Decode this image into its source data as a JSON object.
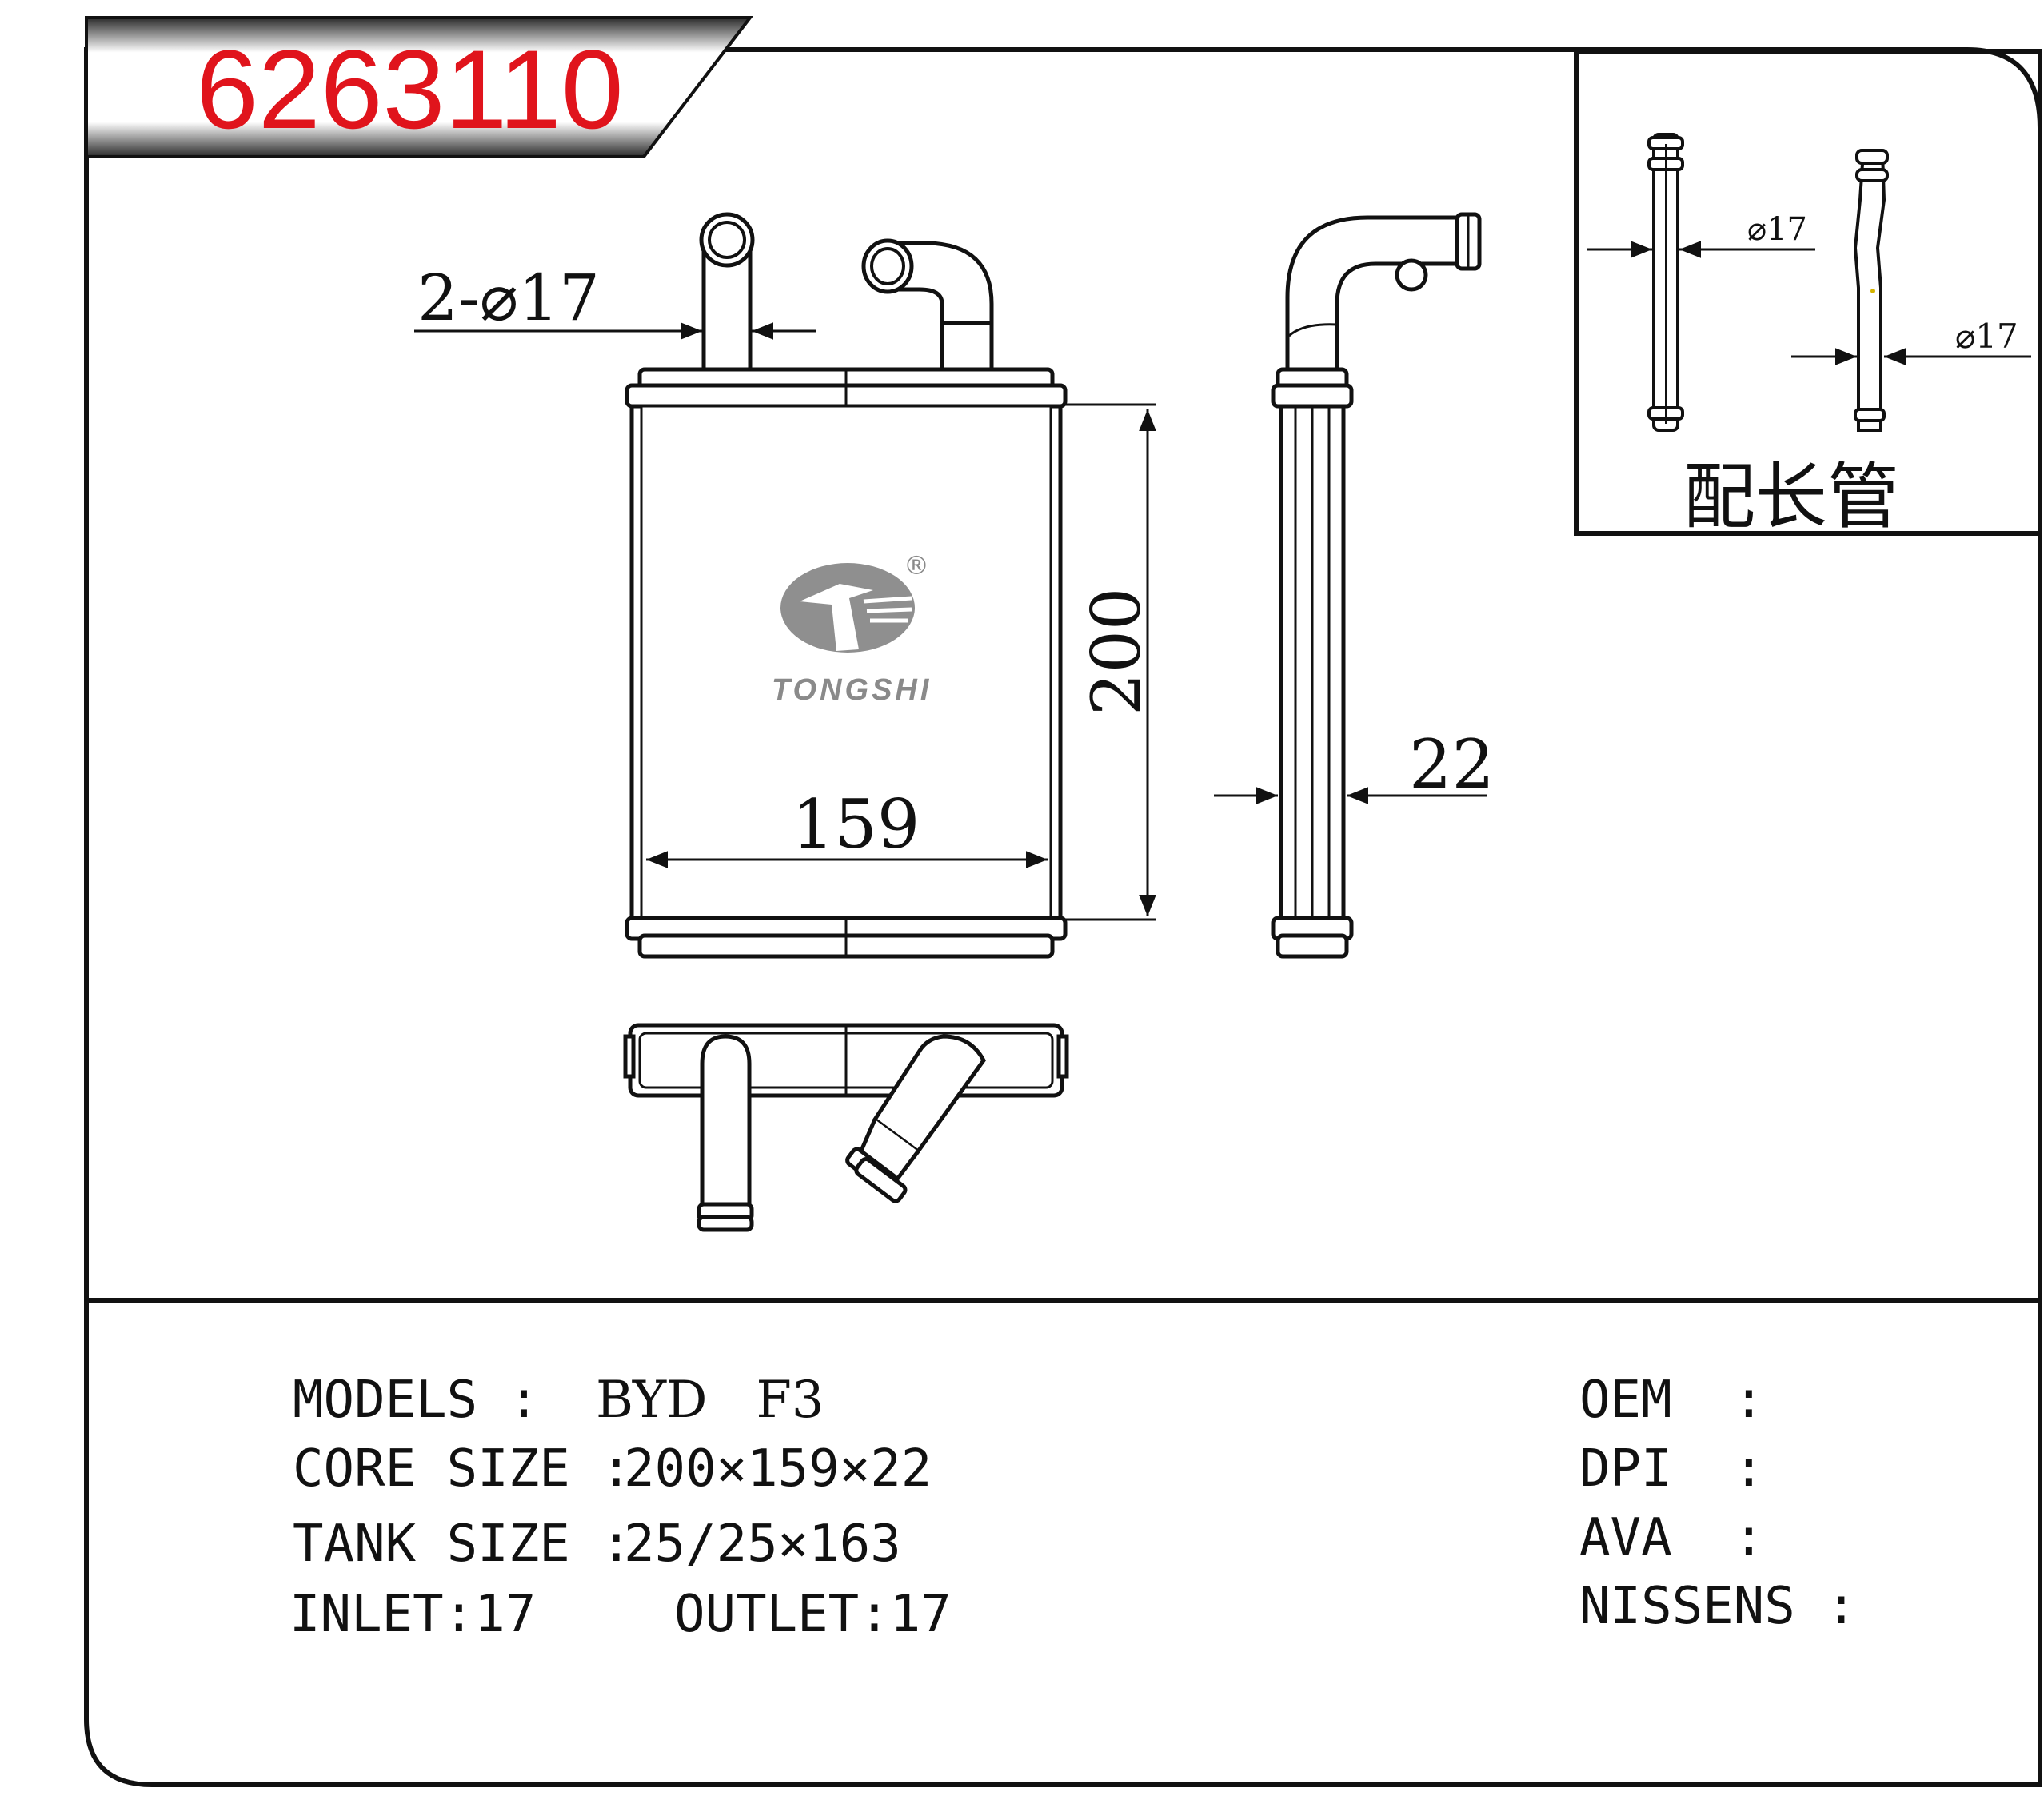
{
  "part_number": "6263110",
  "brand": {
    "name": "TONGSHI",
    "registered": "®"
  },
  "dimensions": {
    "pipe_diameter": "2-⌀17",
    "width": "159",
    "height": "200",
    "thickness": "22",
    "long_pipe_diameter_1": "⌀17",
    "long_pipe_diameter_2": "⌀17"
  },
  "inset_caption": "配长管",
  "specs": {
    "models_label": "MODELS :",
    "models_value": "BYD   F3",
    "core_label": "CORE SIZE :",
    "core_value": "200×159×22",
    "tank_label": "TANK SIZE :",
    "tank_value": "25/25×163",
    "inlet": "INLET:17",
    "outlet": "OUTLET:17"
  },
  "references": {
    "oem": "OEM  :",
    "dpi": "DPI  :",
    "ava": "AVA  :",
    "nissens": "NISSENS :"
  },
  "colors": {
    "title": "#e0141c",
    "line": "#111111",
    "logo": "#8a8a8a"
  }
}
